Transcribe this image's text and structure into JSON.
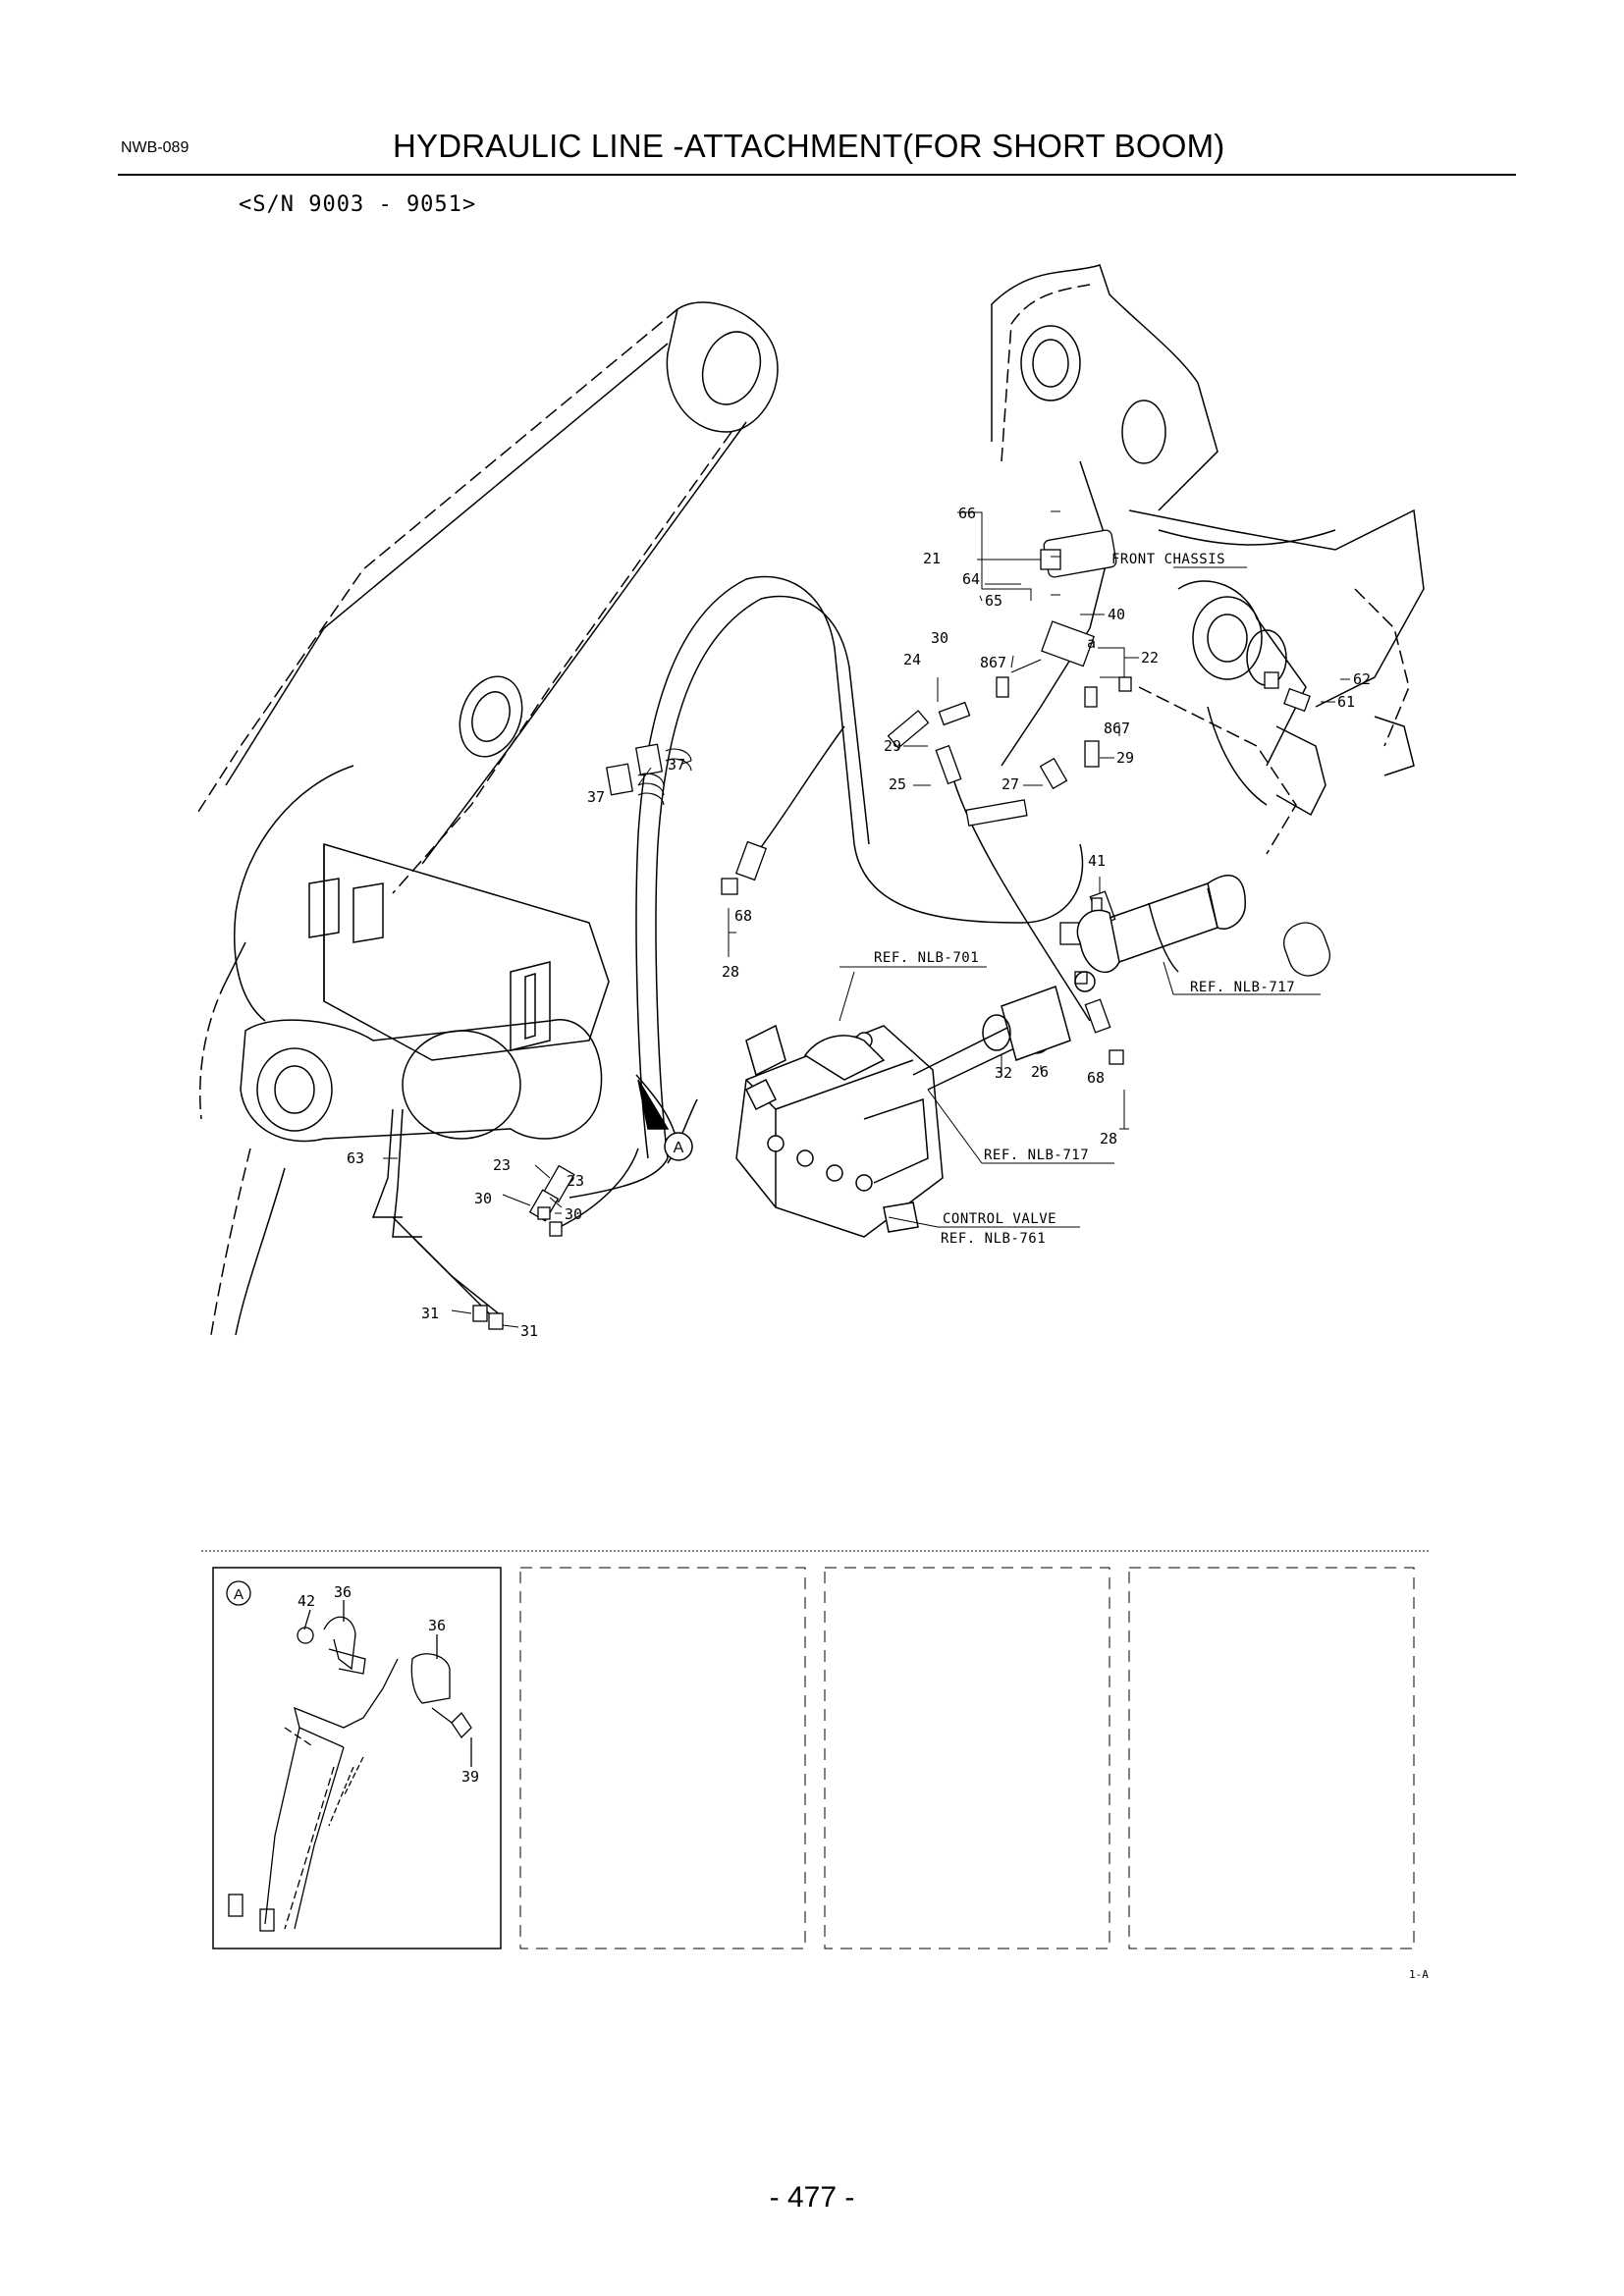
{
  "header": {
    "code": "NWB-089",
    "title": "HYDRAULIC LINE -ATTACHMENT(FOR SHORT BOOM)",
    "serial_range": "<S/N 9003 - 9051>"
  },
  "callouts": {
    "c66": "66",
    "c21": "21",
    "c64": "64",
    "c65": "65",
    "c40": "40",
    "c30a": "30",
    "c24": "24",
    "c867a": "867",
    "ca": "a",
    "c22": "22",
    "c867b": "867",
    "c29a": "29",
    "c29b": "29",
    "c25": "25",
    "c27": "27",
    "c62": "62",
    "c61": "61",
    "c37a": "37",
    "c37b": "37",
    "c41": "41",
    "c68a": "68",
    "c28a": "28",
    "c32": "32",
    "c26": "26",
    "c68b": "68",
    "c28b": "28",
    "c63": "63",
    "c23a": "23",
    "c23b": "23",
    "c30b": "30",
    "c30c": "30",
    "c31a": "31",
    "c31b": "31"
  },
  "references": {
    "front_chassis": "FRONT CHASSIS",
    "ref_701": "REF. NLB-701",
    "ref_717a": "REF. NLB-717",
    "ref_717b": "REF. NLB-717",
    "control_valve": "CONTROL VALVE",
    "ref_761": "REF. NLB-761"
  },
  "detail": {
    "marker": "A",
    "c42": "42",
    "c36a": "36",
    "c36b": "36",
    "c39": "39"
  },
  "panel_id": "1-A",
  "page_number": "- 477 -"
}
